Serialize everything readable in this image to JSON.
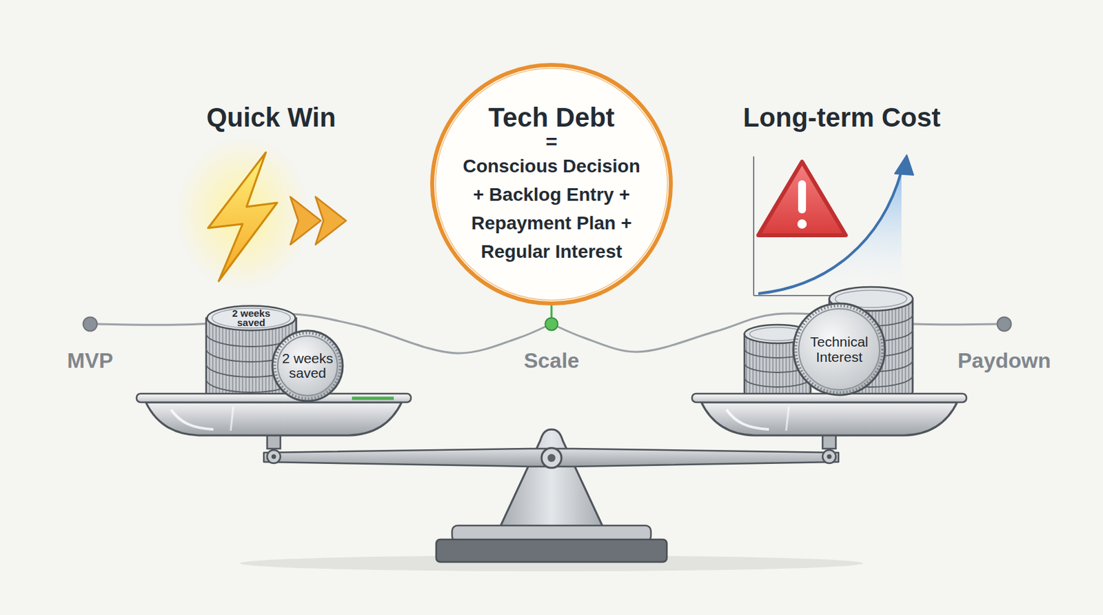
{
  "diagram": {
    "nodes": [
      {
        "text": [
          "Tech Debt",
          "=",
          "Conscious Decision + Backlog Entry + Repayment Plan + Regular Interest"
        ]
      },
      {
        "text": [
          "MVP"
        ]
      },
      {
        "text": [
          "2 weeks saved"
        ]
      },
      {
        "text": [
          "2 weeks saved"
        ]
      },
      {
        "text": [
          "Scale"
        ]
      },
      {
        "text": [
          "Technical Interest"
        ]
      },
      {
        "text": [
          "Paydown"
        ]
      }
    ],
    "edges": [
      {
        "from": 1,
        "to": 4,
        "arrow": "none"
      },
      {
        "from": 4,
        "to": 6,
        "arrow": "none"
      },
      {
        "from": 0,
        "to": 4,
        "arrow": "none"
      }
    ],
    "labels": [
      "Quick Win",
      "Long-term Cost"
    ]
  }
}
